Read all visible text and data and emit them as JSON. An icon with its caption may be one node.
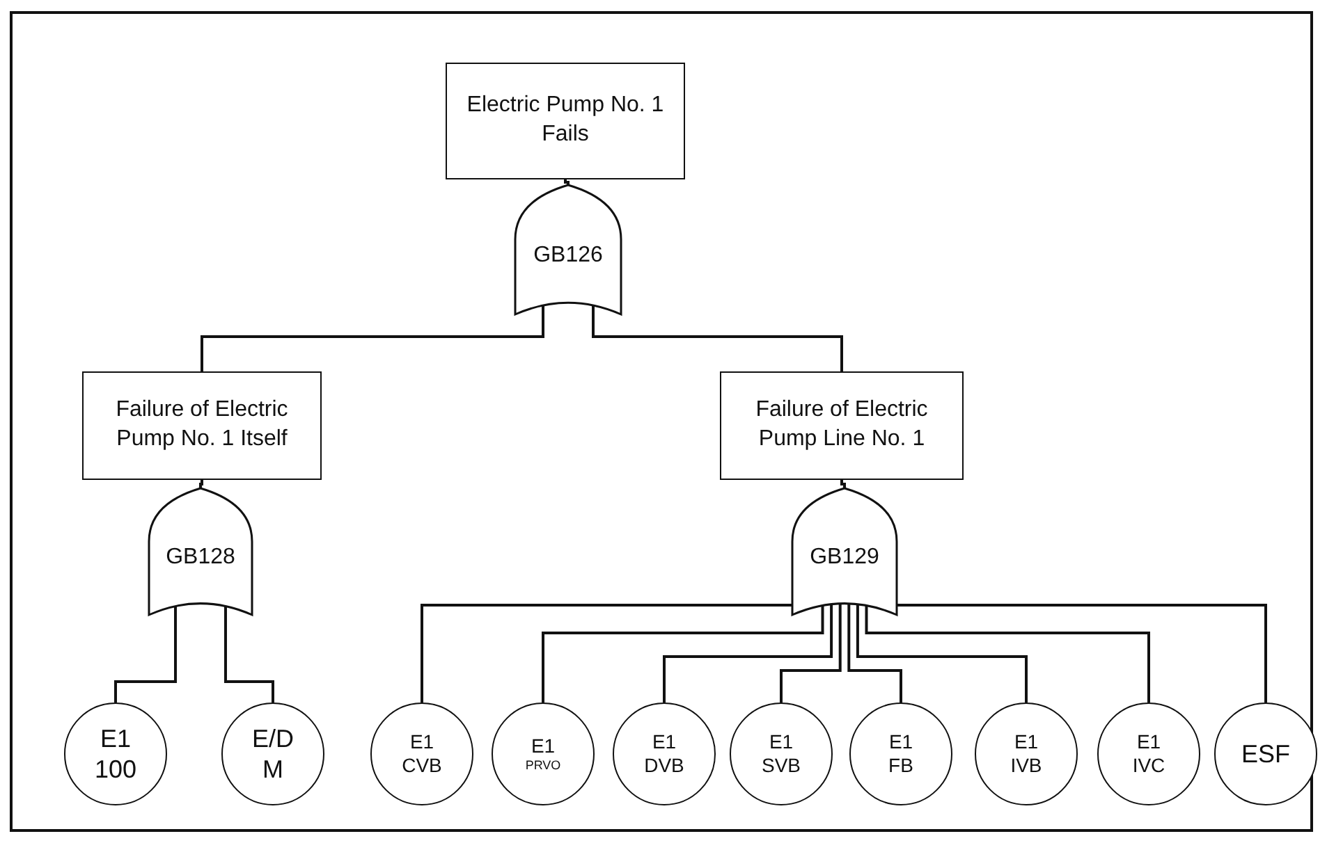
{
  "diagram": {
    "nodes": [
      {
        "text": [
          "Electric Pump No. 1 Fails"
        ]
      },
      {
        "text": [
          "GB126"
        ]
      },
      {
        "text": [
          "Failure of Electric Pump No. 1 Itself"
        ]
      },
      {
        "text": [
          "Failure of Electric Pump Line No. 1"
        ]
      },
      {
        "text": [
          "GB128"
        ]
      },
      {
        "text": [
          "GB129"
        ]
      },
      {
        "text": [
          "E1",
          "100"
        ]
      },
      {
        "text": [
          "E/D",
          "M"
        ]
      },
      {
        "text": [
          "E1",
          "CVB"
        ]
      },
      {
        "text": [
          "E1",
          "PRVO"
        ]
      },
      {
        "text": [
          "E1",
          "DVB"
        ]
      },
      {
        "text": [
          "E1",
          "SVB"
        ]
      },
      {
        "text": [
          "E1",
          "FB"
        ]
      },
      {
        "text": [
          "E1",
          "IVB"
        ]
      },
      {
        "text": [
          "E1",
          "IVC"
        ]
      },
      {
        "text": [
          "ESF"
        ]
      }
    ],
    "edges": [
      {
        "from": 0,
        "to": 1,
        "arrow": "none"
      },
      {
        "from": 1,
        "to": 2,
        "arrow": "none"
      },
      {
        "from": 1,
        "to": 3,
        "arrow": "none"
      },
      {
        "from": 2,
        "to": 4,
        "arrow": "none"
      },
      {
        "from": 3,
        "to": 5,
        "arrow": "none"
      },
      {
        "from": 4,
        "to": 6,
        "arrow": "none"
      },
      {
        "from": 4,
        "to": 7,
        "arrow": "none"
      },
      {
        "from": 5,
        "to": 8,
        "arrow": "none"
      },
      {
        "from": 5,
        "to": 9,
        "arrow": "none"
      },
      {
        "from": 5,
        "to": 10,
        "arrow": "none"
      },
      {
        "from": 5,
        "to": 11,
        "arrow": "none"
      },
      {
        "from": 5,
        "to": 12,
        "arrow": "none"
      },
      {
        "from": 5,
        "to": 13,
        "arrow": "none"
      },
      {
        "from": 5,
        "to": 14,
        "arrow": "none"
      },
      {
        "from": 5,
        "to": 15,
        "arrow": "none"
      }
    ]
  }
}
